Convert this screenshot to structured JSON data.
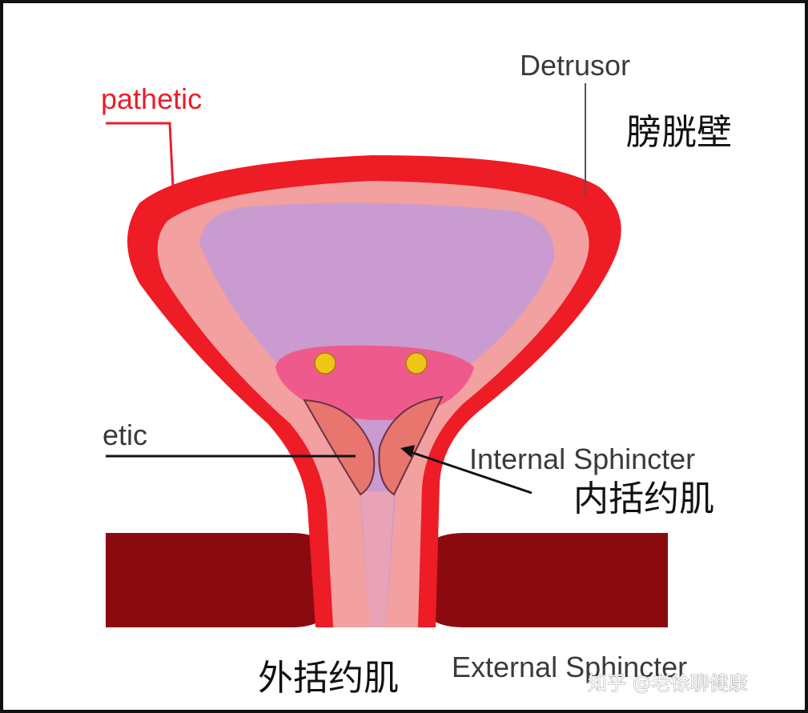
{
  "labels": {
    "sympathetic_top": "pathetic",
    "sympathetic_mid": "etic",
    "detrusor": "Detrusor",
    "bladder_wall_zh": "膀胱壁",
    "internal_sphincter": "Internal Sphincter",
    "internal_sphincter_zh": "内括约肌",
    "external_sphincter": "External Sphincter",
    "external_sphincter_zh": "外括约肌"
  },
  "watermark": "知乎 @老徐聊健康",
  "colors": {
    "detrusor": "#ee1c25",
    "bladder_lining": "#f3a0a0",
    "bladder_lumen": "#c99bd0",
    "trigone": "#ef5a8c",
    "ureter_openings": "#f0c419",
    "internal_sphincter": "#e8766e",
    "external_sphincter": "#8b0a10",
    "leader_line": "#111111"
  }
}
